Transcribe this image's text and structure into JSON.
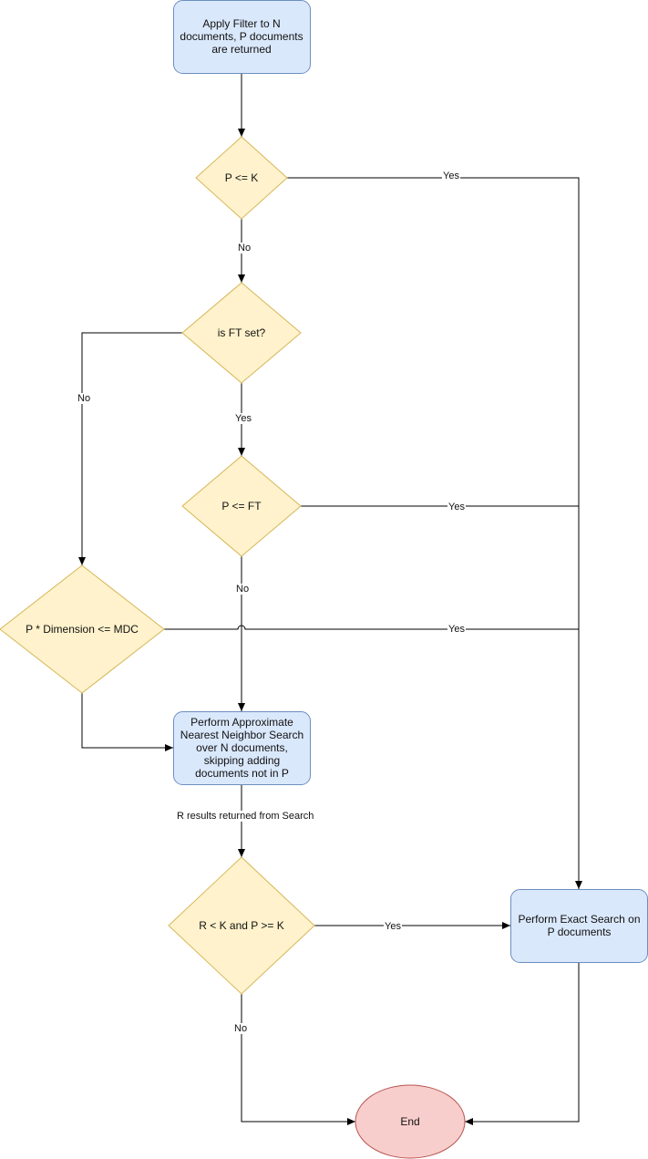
{
  "colors": {
    "process_fill": "#dae8fc",
    "process_stroke": "#6c8ebf",
    "decision_fill": "#fff2cc",
    "decision_stroke": "#d6b656",
    "end_fill": "#f8cecc",
    "end_stroke": "#b85450",
    "edge": "#000000"
  },
  "nodes": {
    "apply_filter": "Apply Filter to N documents, P documents are returned",
    "p_le_k": "P <= K",
    "is_ft_set": "is FT set?",
    "p_le_ft": "P <= FT",
    "p_dim_le_mdc": "P * Dimension <= MDC",
    "ann_search": "Perform Approximate Nearest Neighbor Search over N documents, skipping adding documents not in P",
    "r_lt_k": "R < K and P >= K",
    "exact_search": "Perform Exact Search on P documents",
    "end": "End"
  },
  "edges": {
    "p_le_k_no": "No",
    "p_le_k_yes": "Yes",
    "ft_set_no": "No",
    "ft_set_yes": "Yes",
    "p_le_ft_yes": "Yes",
    "p_le_ft_no": "No",
    "mdc_yes": "Yes",
    "r_results": "R results returned from Search",
    "r_lt_k_yes": "Yes",
    "r_lt_k_no": "No"
  }
}
